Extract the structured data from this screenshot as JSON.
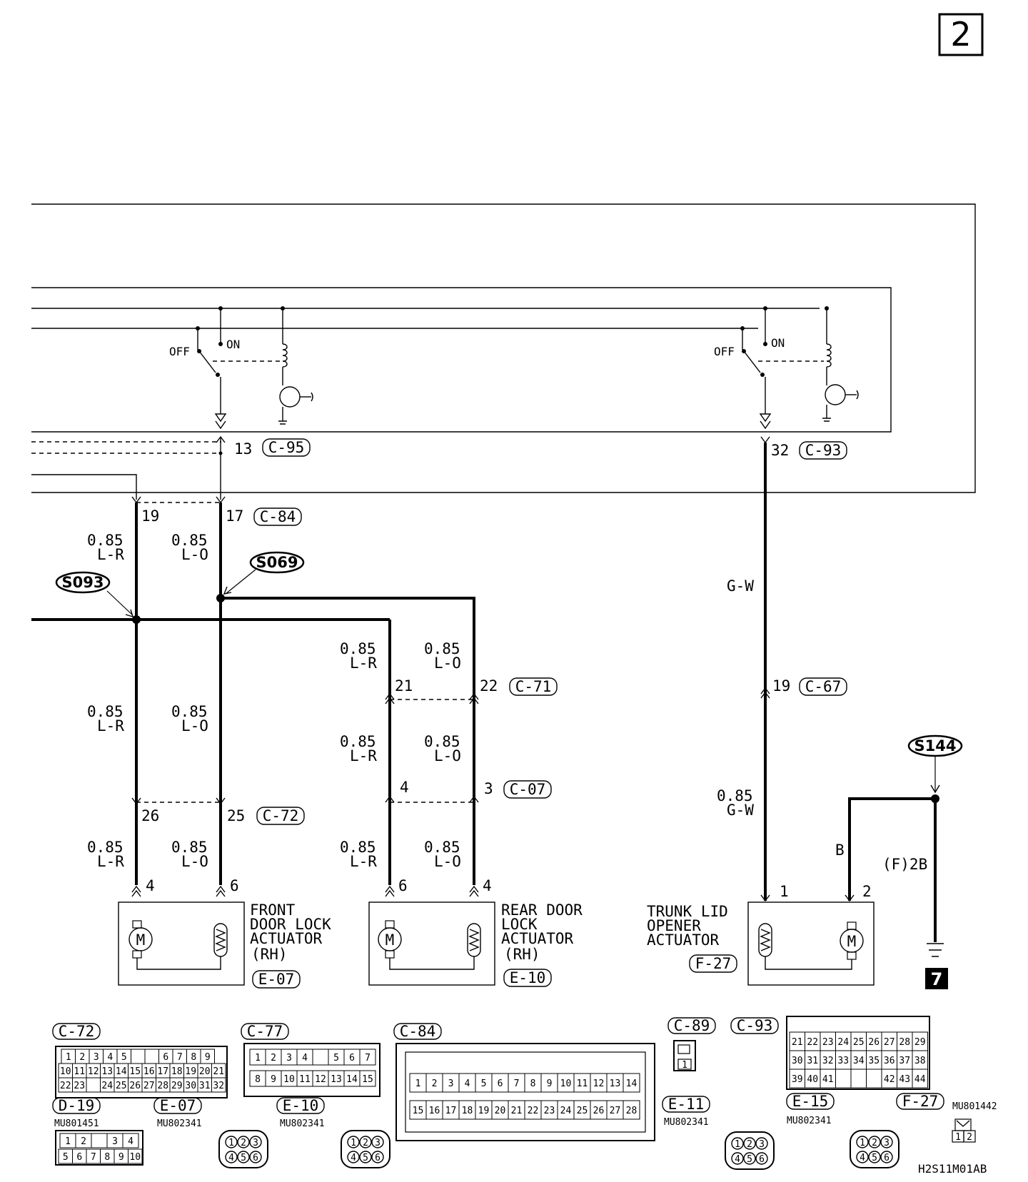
{
  "page": {
    "number": "2",
    "code": "H2S11M01AB"
  },
  "relays": [
    {
      "off": "OFF",
      "on": "ON"
    },
    {
      "off": "OFF",
      "on": "ON"
    }
  ],
  "connectors_top": [
    {
      "pin": "13",
      "connector": "C-95"
    },
    {
      "pin": "32",
      "connector": "C-93"
    }
  ],
  "splices": [
    "S093",
    "S069",
    "S144"
  ],
  "c84_row": {
    "pin_a": "19",
    "pin_b": "17",
    "connector": "C-84"
  },
  "c71_row": {
    "pin_a": "21",
    "pin_b": "22",
    "connector": "C-71"
  },
  "c67": {
    "pin": "19",
    "connector": "C-67"
  },
  "c07_row": {
    "pin_a": "4",
    "pin_b": "3",
    "connector": "C-07"
  },
  "c72_row": {
    "pin_a": "26",
    "pin_b": "25",
    "connector": "C-72"
  },
  "wires": {
    "front_lr_1": [
      "0.85",
      "L-R"
    ],
    "front_lo_1": [
      "0.85",
      "L-O"
    ],
    "front_lr_2": [
      "0.85",
      "L-R"
    ],
    "front_lo_2": [
      "0.85",
      "L-O"
    ],
    "front_lr_3": [
      "0.85",
      "L-R"
    ],
    "front_lo_3": [
      "0.85",
      "L-O"
    ],
    "rear_lr_1": [
      "0.85",
      "L-R"
    ],
    "rear_lo_1": [
      "0.85",
      "L-O"
    ],
    "rear_lr_2": [
      "0.85",
      "L-R"
    ],
    "rear_lo_2": [
      "0.85",
      "L-O"
    ],
    "rear_lr_3": [
      "0.85",
      "L-R"
    ],
    "rear_lo_3": [
      "0.85",
      "L-O"
    ],
    "trunk_gw_1": "G-W",
    "trunk_gw_2": [
      "0.85",
      "G-W"
    ],
    "trunk_b": "B",
    "ground_wire": "(F)2B"
  },
  "actuators": [
    {
      "pins": [
        "4",
        "6"
      ],
      "title_lines": [
        "FRONT",
        "DOOR LOCK",
        "ACTUATOR",
        "(RH)"
      ],
      "connector": "E-07"
    },
    {
      "pins": [
        "6",
        "4"
      ],
      "title_lines": [
        "REAR DOOR",
        "LOCK",
        "ACTUATOR",
        "(RH)"
      ],
      "connector": "E-10"
    },
    {
      "pins": [
        "1",
        "2"
      ],
      "title_lines": [
        "TRUNK LID",
        "OPENER",
        "ACTUATOR"
      ],
      "connector": "F-27"
    }
  ],
  "motor_symbol": "M",
  "ground_number": "7",
  "legend": {
    "c72": {
      "label": "C-72",
      "row1": [
        "1",
        "2",
        "3",
        "4",
        "5",
        "",
        "",
        "6",
        "7",
        "8",
        "9"
      ],
      "row2": [
        "10",
        "11",
        "12",
        "13",
        "14",
        "15",
        "16",
        "17",
        "18",
        "19",
        "20",
        "21"
      ],
      "row3": [
        "22",
        "23",
        "",
        "24",
        "25",
        "26",
        "27",
        "28",
        "29",
        "30",
        "31",
        "32"
      ]
    },
    "c77": {
      "label": "C-77",
      "row1": [
        "1",
        "2",
        "3",
        "4",
        "",
        "5",
        "6",
        "7"
      ],
      "row2": [
        "8",
        "9",
        "10",
        "11",
        "12",
        "13",
        "14",
        "15"
      ]
    },
    "c84": {
      "label": "C-84",
      "row1": [
        "1",
        "2",
        "3",
        "4",
        "5",
        "6",
        "7",
        "8",
        "9",
        "10",
        "11",
        "12",
        "13",
        "14"
      ],
      "row2": [
        "15",
        "16",
        "17",
        "18",
        "19",
        "20",
        "21",
        "22",
        "23",
        "24",
        "25",
        "26",
        "27",
        "28"
      ]
    },
    "c89": {
      "label": "C-89",
      "pin": "1"
    },
    "c93": {
      "label": "C-93",
      "row1": [
        "21",
        "22",
        "23",
        "24",
        "25",
        "26",
        "27",
        "28",
        "29"
      ],
      "row2": [
        "30",
        "31",
        "32",
        "33",
        "34",
        "35",
        "36",
        "37",
        "38"
      ],
      "row3": [
        "39",
        "40",
        "41",
        "",
        "",
        "",
        "42",
        "43",
        "44"
      ]
    },
    "d19": {
      "label": "D-19",
      "part": "MU801451",
      "row1": [
        "1",
        "2",
        "",
        "3",
        "4"
      ],
      "row2": [
        "5",
        "6",
        "7",
        "8",
        "9",
        "10"
      ]
    },
    "e07": {
      "label": "E-07",
      "part": "MU802341"
    },
    "e10": {
      "label": "E-10",
      "part": "MU802341"
    },
    "e11": {
      "label": "E-11",
      "part": "MU802341"
    },
    "e15": {
      "label": "E-15",
      "part": "MU802341"
    },
    "f27": {
      "label": "F-27",
      "part": "MU801442",
      "pins": [
        "1",
        "2"
      ]
    },
    "round6": [
      "1",
      "2",
      "3",
      "4",
      "5",
      "6"
    ]
  }
}
